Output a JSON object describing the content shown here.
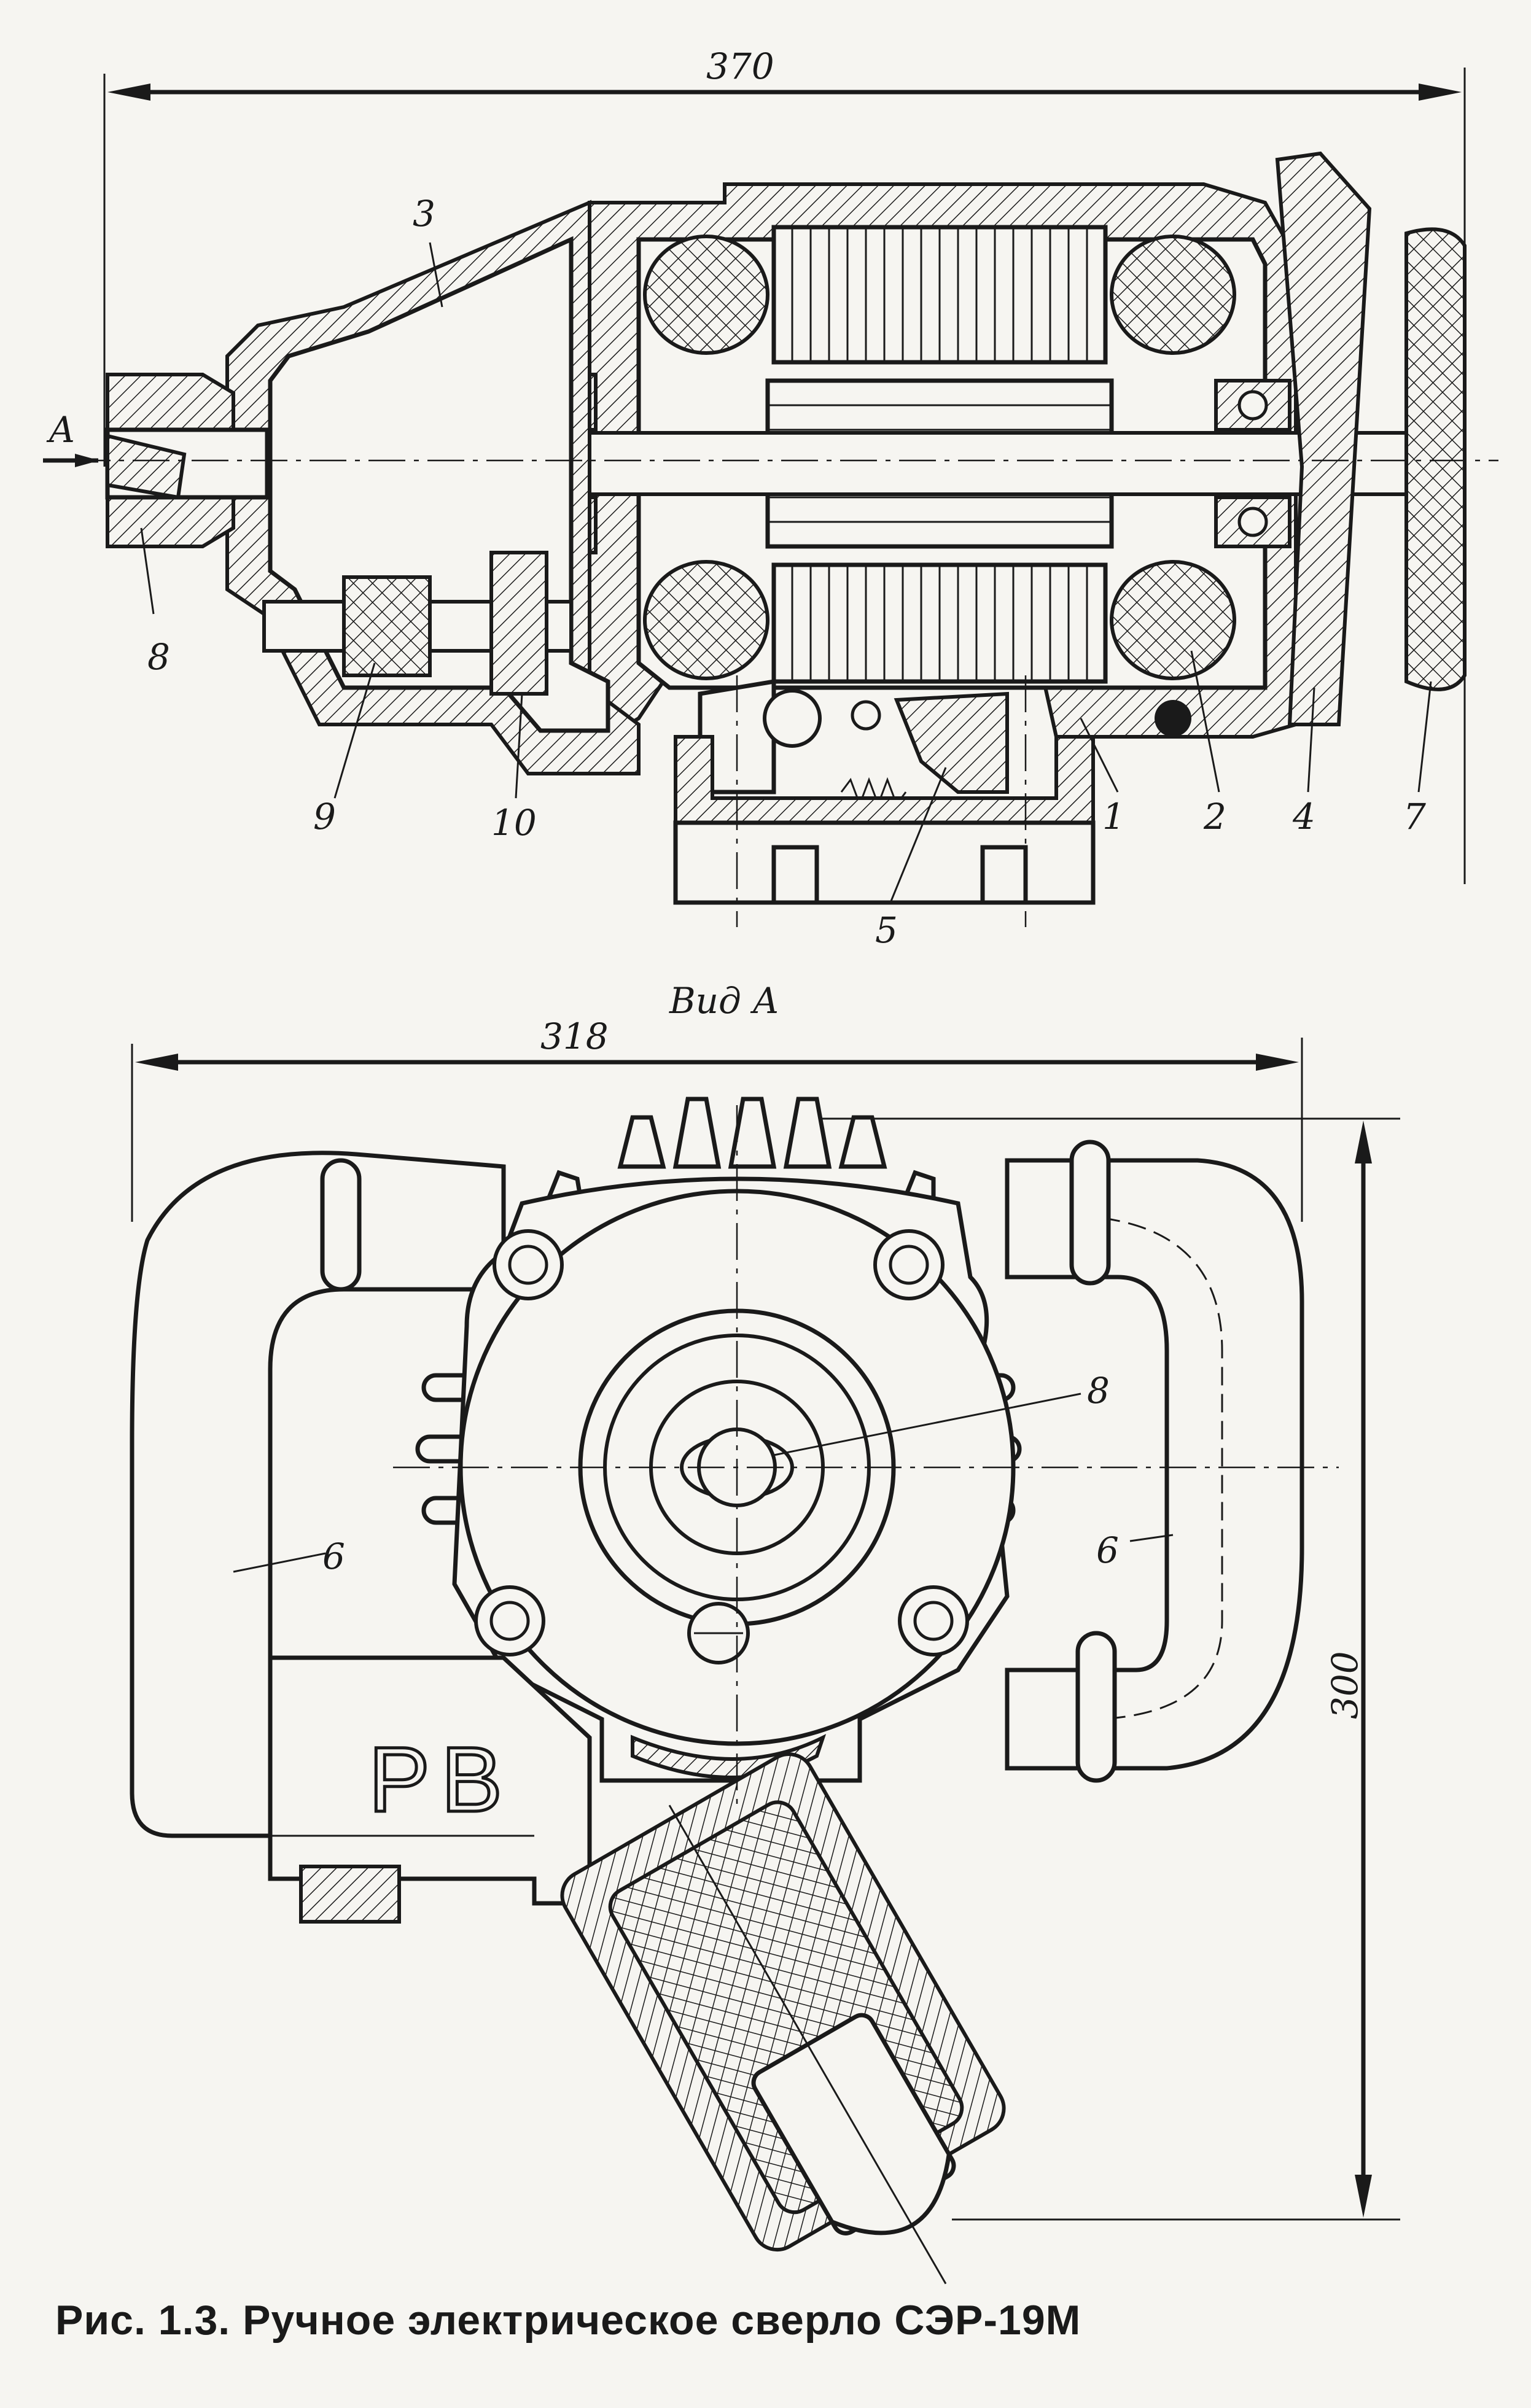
{
  "top_view": {
    "dimension_overall": "370",
    "arrow_label": "A",
    "part_labels": {
      "p1": "1",
      "p2": "2",
      "p3": "3",
      "p4": "4",
      "p5": "5",
      "p7": "7",
      "p8": "8",
      "p9": "9",
      "p10": "10"
    }
  },
  "view_a": {
    "title": "Вид А",
    "dimension_width": "318",
    "dimension_height": "300",
    "part_labels": {
      "p6_left": "6",
      "p6_right": "6",
      "p8": "8"
    },
    "housing_marking": "РВ"
  },
  "caption": "Рис. 1.3. Ручное электрическое сверло СЭР-19М"
}
